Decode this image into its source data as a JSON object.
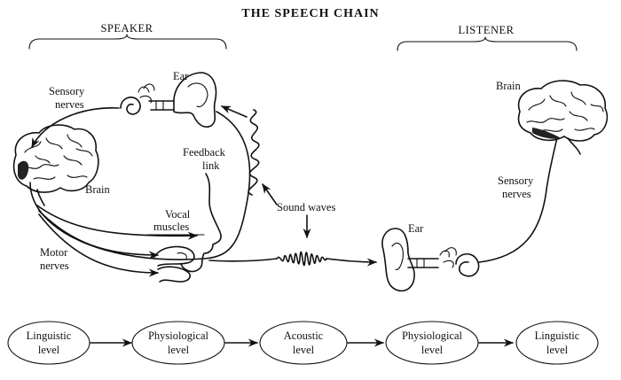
{
  "title": "THE SPEECH CHAIN",
  "speaker_heading": "SPEAKER",
  "listener_heading": "LISTENER",
  "labels": {
    "speaker_ear": "Ear",
    "sensory_nerves_1": "Sensory",
    "sensory_nerves_2": "nerves",
    "speaker_brain": "Brain",
    "feedback_link_1": "Feedback",
    "feedback_link_2": "link",
    "vocal_muscles_1": "Vocal",
    "vocal_muscles_2": "muscles",
    "motor_nerves_1": "Motor",
    "motor_nerves_2": "nerves",
    "sound_waves": "Sound waves",
    "listener_ear": "Ear",
    "listener_brain": "Brain",
    "listener_sensory_1": "Sensory",
    "listener_sensory_2": "nerves"
  },
  "levels": [
    {
      "line1": "Linguistic",
      "line2": "level"
    },
    {
      "line1": "Physiological",
      "line2": "level"
    },
    {
      "line1": "Acoustic",
      "line2": "level"
    },
    {
      "line1": "Physiological",
      "line2": "level"
    },
    {
      "line1": "Linguistic",
      "line2": "level"
    }
  ]
}
